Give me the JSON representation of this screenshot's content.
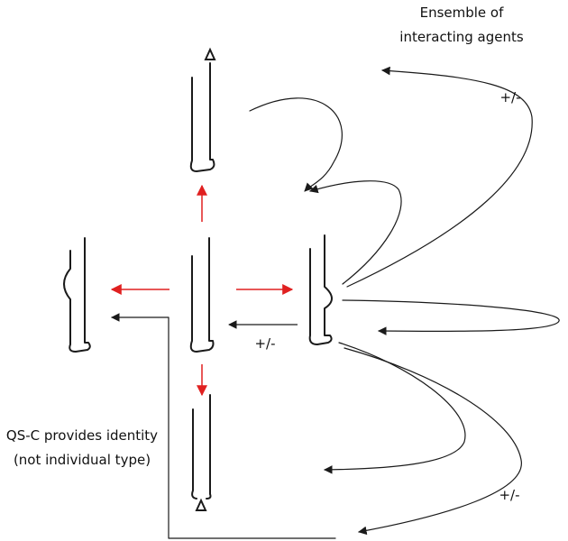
{
  "labels": {
    "ensemble_line1": "Ensemble of",
    "ensemble_line2": "interacting agents",
    "sign_upper_right": "+/-",
    "sign_center": "+/-",
    "sign_lower_right": "+/-",
    "qs_line1": "QS-C provides identity",
    "qs_line2": "(not individual type)"
  },
  "colors": {
    "ink": "#1a1a1a",
    "differentiation_arrow": "#e02020",
    "background": "#ffffff"
  }
}
